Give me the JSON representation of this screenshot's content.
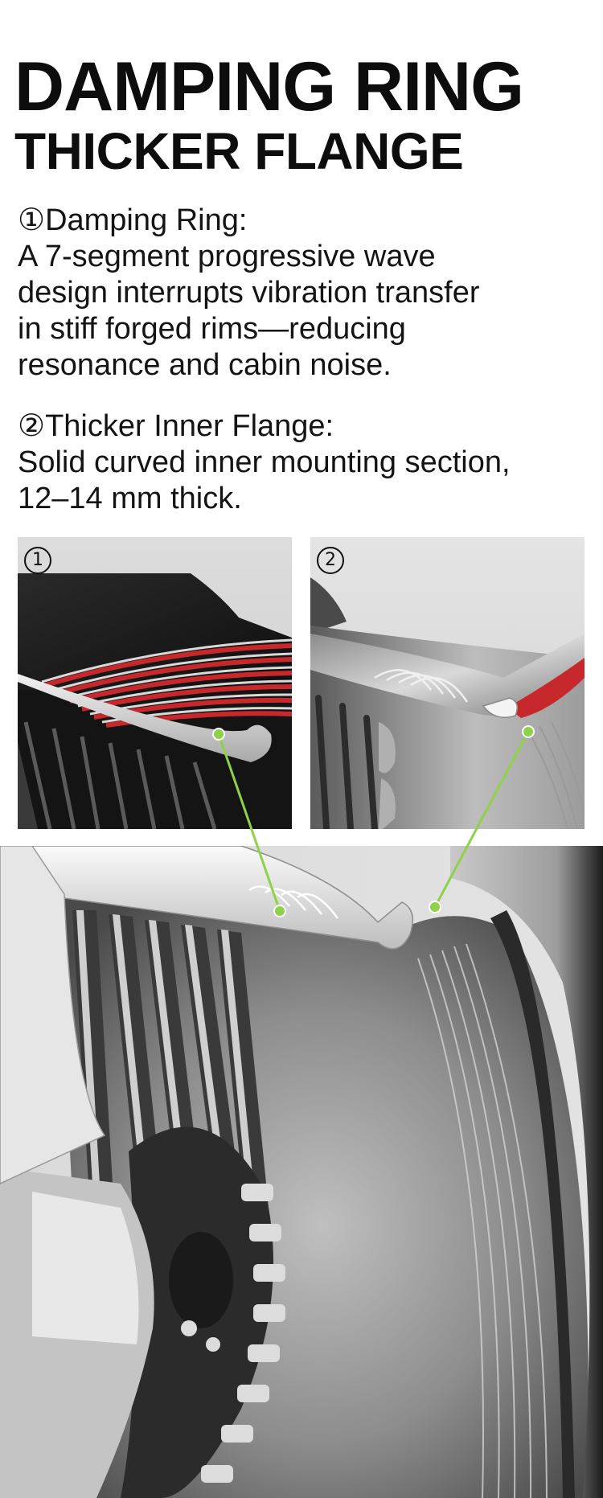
{
  "headline": {
    "line1": "DAMPING RING",
    "line2": "THICKER FLANGE"
  },
  "features": [
    {
      "title": "①Damping Ring:",
      "lines": [
        "A 7-segment progressive wave",
        "design interrupts vibration transfer",
        "in stiff forged rims—reducing",
        "resonance and cabin noise."
      ]
    },
    {
      "title": "②Thicker Inner Flange:",
      "lines": [
        "Solid curved inner mounting section,",
        "12–14 mm thick."
      ]
    }
  ],
  "detail_photos": [
    {
      "badge": "1",
      "icon": "damping-ring-detail"
    },
    {
      "badge": "2",
      "icon": "inner-flange-detail"
    }
  ],
  "colors": {
    "accent_red": "#c7282c",
    "callout_green": "#8fd24a",
    "text": "#111111"
  }
}
